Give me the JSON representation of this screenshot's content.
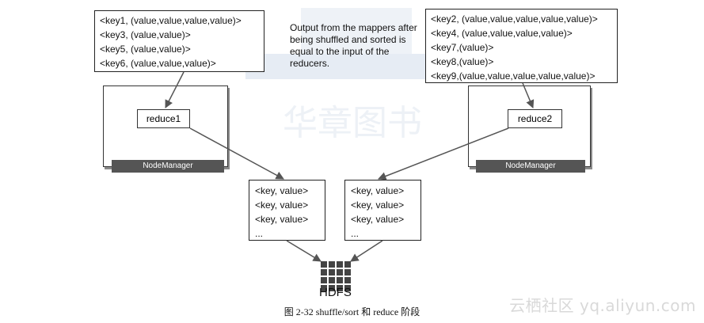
{
  "mapper_left": {
    "lines": [
      "<key1, (value,value,value,value)>",
      "<key3, (value,value)>",
      "<key5, (value,value)>",
      "<key6, (value,value,value)>"
    ]
  },
  "mapper_right": {
    "lines": [
      "<key2, (value,value,value,value,value)>",
      "<key4, (value,value,value,value)>",
      "<key7,(value)>",
      "<key8,(value)>",
      "<key9,(value,value,value,value,value)>"
    ]
  },
  "note": {
    "text": "Output from the mappers after being shuffled and sorted is equal to the input of the reducers."
  },
  "node_left": {
    "reduce_label": "reduce1",
    "manager_label": "NodeManager"
  },
  "node_right": {
    "reduce_label": "reduce2",
    "manager_label": "NodeManager"
  },
  "output_left": {
    "lines": [
      "<key, value>",
      "<key, value>",
      "<key, value>",
      "..."
    ]
  },
  "output_right": {
    "lines": [
      "<key, value>",
      "<key, value>",
      "<key, value>",
      "..."
    ]
  },
  "hdfs": {
    "label": "HDFS",
    "icon": "grid-storage-icon"
  },
  "caption": {
    "text": "图 2-32    shuffle/sort 和 reduce 阶段"
  },
  "watermark": {
    "publisher": "华章图书",
    "site": "云栖社区 yq.aliyun.com"
  },
  "colors": {
    "line": "#222222",
    "arrow": "#555555",
    "manager_bar": "#555555",
    "shadow": "#8a8a8a"
  }
}
